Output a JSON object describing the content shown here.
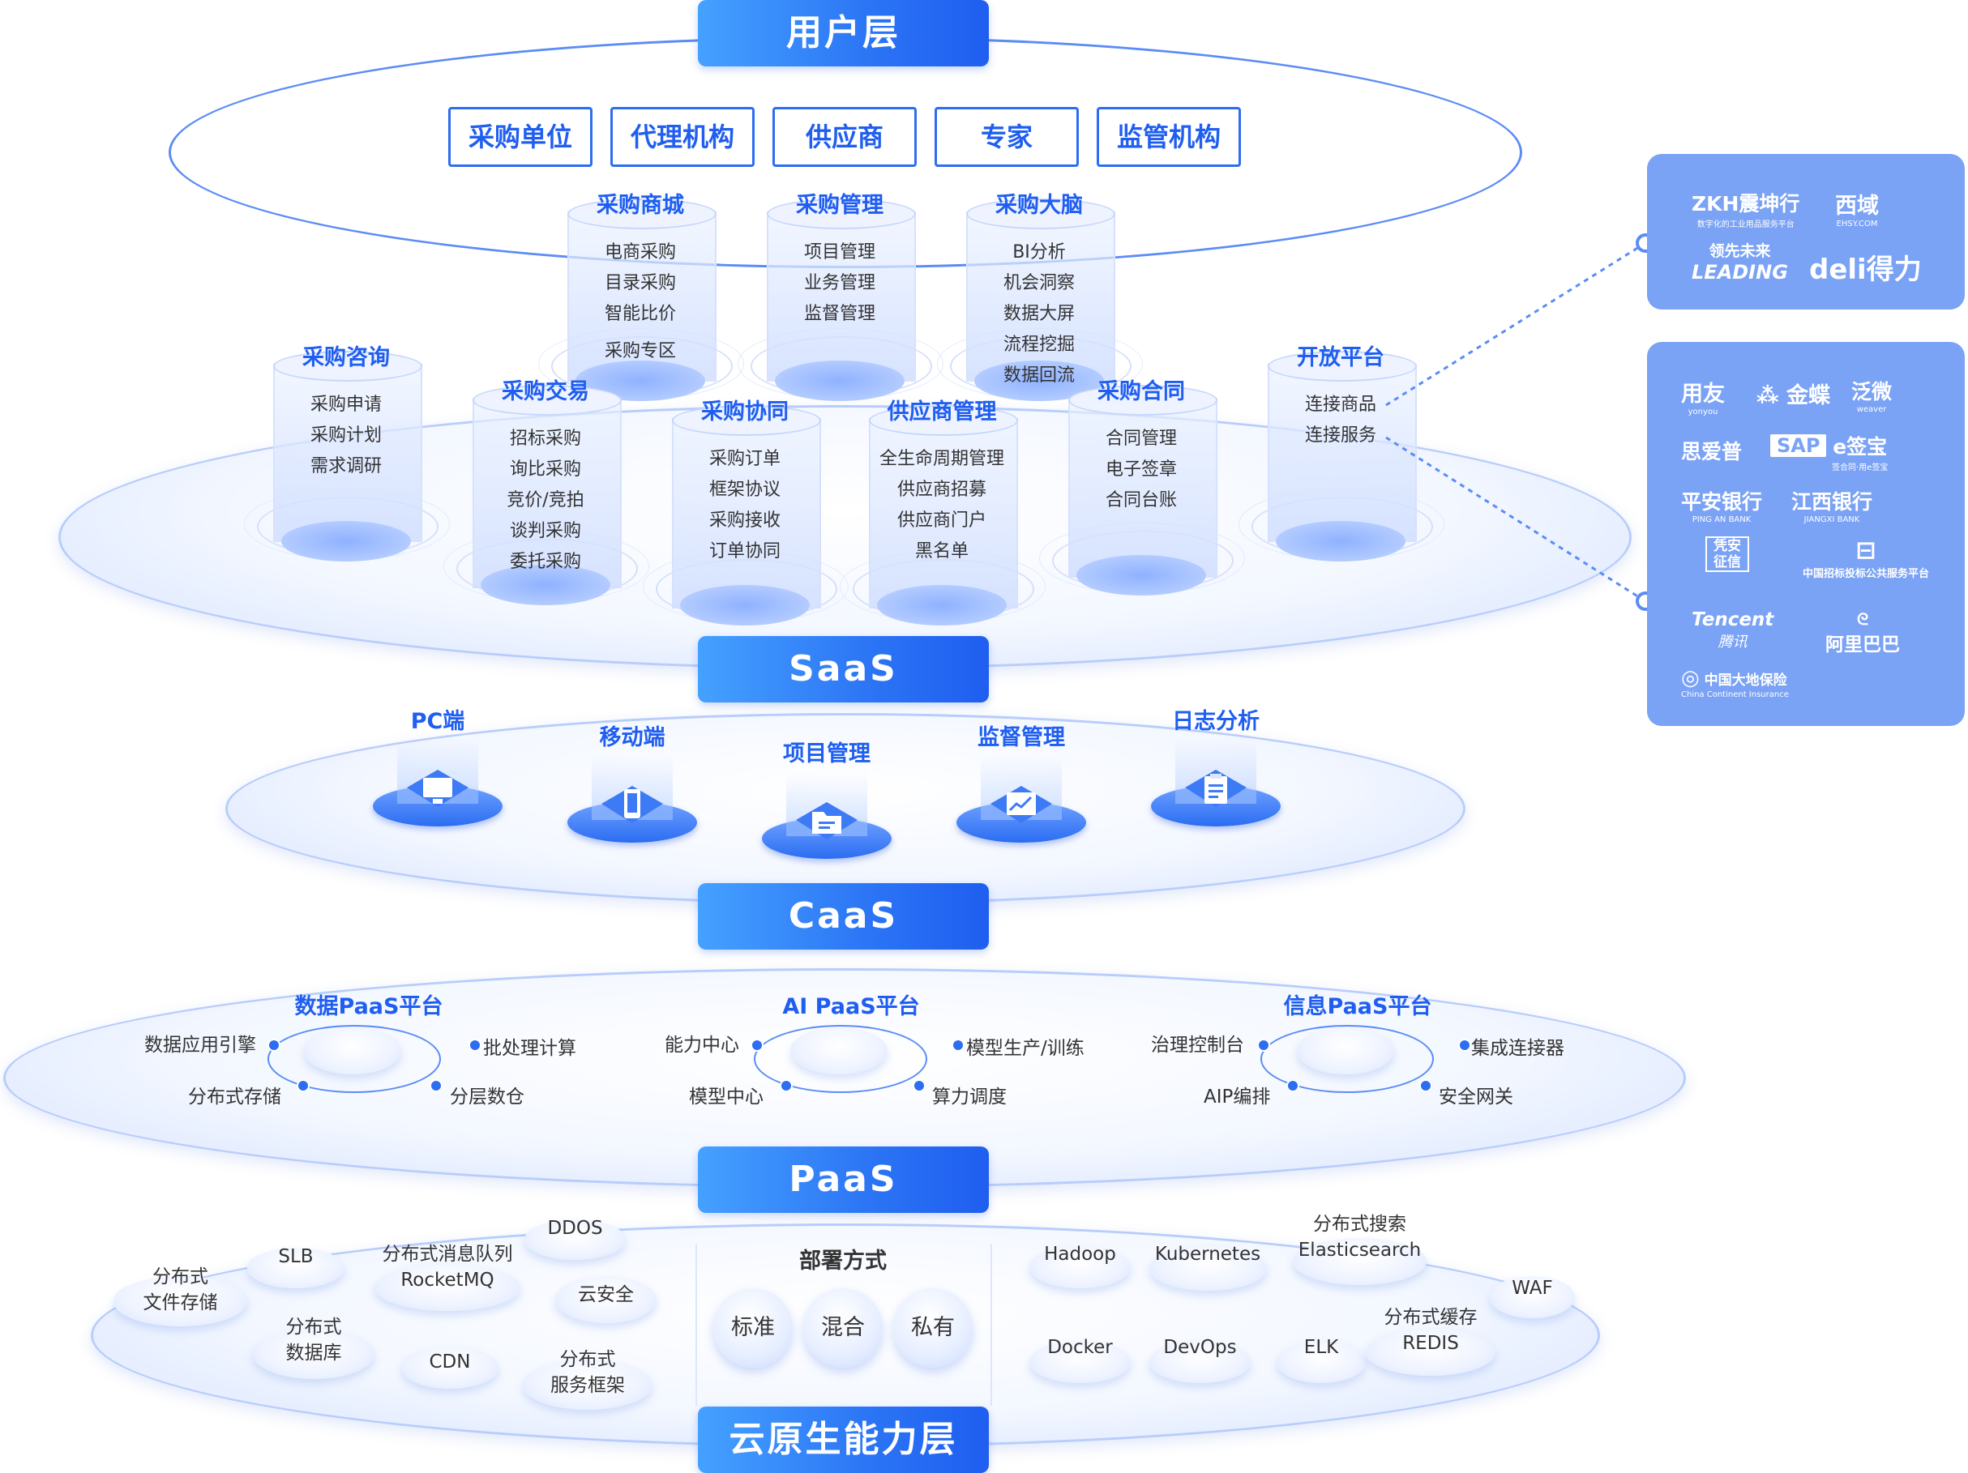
{
  "layers": {
    "user": "用户层",
    "saas": "SaaS",
    "caas": "CaaS",
    "paas": "PaaS",
    "cloud": "云原生能力层"
  },
  "roles": [
    "采购单位",
    "代理机构",
    "供应商",
    "专家",
    "监管机构"
  ],
  "saas_modules": {
    "mall": {
      "title": "采购商城",
      "items": [
        "电商采购",
        "目录采购",
        "智能比价",
        "采购专区"
      ]
    },
    "manage": {
      "title": "采购管理",
      "items": [
        "项目管理",
        "业务管理",
        "监督管理"
      ]
    },
    "brain": {
      "title": "采购大脑",
      "items": [
        "BI分析",
        "机会洞察",
        "数据大屏",
        "流程挖掘",
        "数据回流"
      ]
    },
    "consult": {
      "title": "采购咨询",
      "items": [
        "采购申请",
        "采购计划",
        "需求调研"
      ]
    },
    "trade": {
      "title": "采购交易",
      "items": [
        "招标采购",
        "询比采购",
        "竞价/竞拍",
        "谈判采购",
        "委托采购"
      ]
    },
    "collab": {
      "title": "采购协同",
      "items": [
        "采购订单",
        "框架协议",
        "采购接收",
        "订单协同"
      ]
    },
    "supplier": {
      "title": "供应商管理",
      "items": [
        "全生命周期管理",
        "供应商招募",
        "供应商门户",
        "黑名单"
      ]
    },
    "contract": {
      "title": "采购合同",
      "items": [
        "合同管理",
        "电子签章",
        "合同台账"
      ]
    },
    "open": {
      "title": "开放平台",
      "items": [
        "连接商品",
        "连接服务"
      ]
    }
  },
  "caas_items": [
    {
      "label": "PC端",
      "icon": "monitor-icon"
    },
    {
      "label": "移动端",
      "icon": "mobile-icon"
    },
    {
      "label": "项目管理",
      "icon": "folder-icon"
    },
    {
      "label": "监督管理",
      "icon": "chart-icon"
    },
    {
      "label": "日志分析",
      "icon": "clipboard-icon"
    }
  ],
  "paas": {
    "data": {
      "title": "数据PaaS平台",
      "tl": "数据应用引擎",
      "tr": "批处理计算",
      "bl": "分布式存储",
      "br": "分层数仓"
    },
    "ai": {
      "title": "AI PaaS平台",
      "tl": "能力中心",
      "tr": "模型生产/训练",
      "bl": "模型中心",
      "br": "算力调度"
    },
    "info": {
      "title": "信息PaaS平台",
      "tl": "治理控制台",
      "tr": "集成连接器",
      "bl": "AIP编排",
      "br": "安全网关"
    }
  },
  "cloud": {
    "left": {
      "file_storage": [
        "分布式",
        "文件存储"
      ],
      "slb": "SLB",
      "mq": [
        "分布式消息队列",
        "RocketMQ"
      ],
      "ddos": "DDOS",
      "cloud_security": "云安全",
      "database": [
        "分布式",
        "数据库"
      ],
      "cdn": "CDN",
      "framework": [
        "分布式",
        "服务框架"
      ]
    },
    "deploy": {
      "title": "部署方式",
      "options": [
        "标准",
        "混合",
        "私有"
      ]
    },
    "right": {
      "hadoop": "Hadoop",
      "kubernetes": "Kubernetes",
      "search": [
        "分布式搜索",
        "Elasticsearch"
      ],
      "waf": "WAF",
      "docker": "Docker",
      "devops": "DevOps",
      "elk": "ELK",
      "cache": [
        "分布式缓存",
        "REDIS"
      ]
    }
  },
  "partners_top": {
    "zkh": "ZKH震坤行",
    "zkh_sub": "数字化的工业用品服务平台",
    "xiyu": "西域",
    "xiyu_sub": "EHSY.COM",
    "leading_cn": "领先未来",
    "leading_en": "LEADING",
    "deli": "deli得力"
  },
  "partners_bottom": {
    "yonyou": "用友",
    "yonyou_sub": "yonyou",
    "kingdee": "金蝶",
    "weaver": "泛微",
    "weaver_sub": "weaver",
    "sipu": "思爱普",
    "sap": "SAP",
    "esign": "e签宝",
    "esign_sub": "签合同·用e签宝",
    "pingan": "平安银行",
    "pingan_sub": "PING AN BANK",
    "jiangxi": "江西银行",
    "jiangxi_sub": "JIANGXI BANK",
    "credit": "凭安征信",
    "cebpub": "中国招标投标公共服务平台",
    "tencent": "Tencent",
    "tencent_cn": "腾讯",
    "alibaba": "阿里巴巴",
    "ccic": "中国大地保险",
    "ccic_sub": "China Continent Insurance"
  },
  "colors": {
    "accent": "#1f5ef0",
    "panel": "#7aa2f5",
    "disc_edge": "#b8cdfb"
  }
}
